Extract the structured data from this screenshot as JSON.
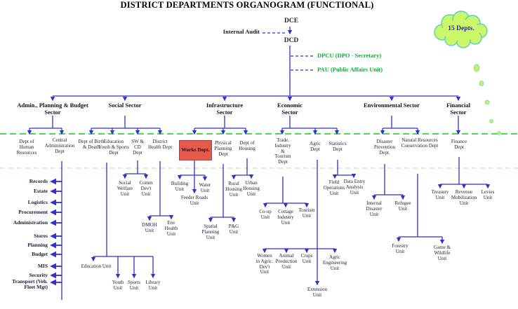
{
  "title": "DISTRICT DEPARTMENTS ORGANOGRAM (FUNCTIONAL)",
  "badge": "15 Depts.",
  "top": {
    "dce": "DCE",
    "dcd": "DCD",
    "internal_audit": "Internal Audit",
    "dpcu": "DPCU (DPO - Secretary)",
    "pau": "PAU (Public Affairs Unit)"
  },
  "sectors": [
    "Admin., Planning & Budget Sector",
    "Social Sector",
    "Infrastructure Sector",
    "Economic Sector",
    "Environmental Sector",
    "Financial Sector"
  ],
  "depts": {
    "human_resources": "Dept of Human Resources",
    "central_admin": "Central Administration Dept",
    "birth_death": "Dept of Birth & Death",
    "education_youth_sports": "Education Youth & Sports Dept",
    "sw_cd": "SW & CD Dept",
    "district_health": "District Health Dept",
    "works": "Works Dept.",
    "physical_planning": "Physical Planning Dept",
    "housing": "Dept of Housing",
    "trade_industry_tourism": "Trade, Industry & Tourism Dept",
    "agric": "Agric Dept",
    "statistics": "Statistics Dept",
    "disaster_prevention": "Disaster Prevention Dept.",
    "natural_resources": "Natural Resources Conservation Dept",
    "finance": "Finance Dept"
  },
  "admin_units": [
    "Records",
    "Estate",
    "Logistics",
    "Procurement",
    "Administration",
    "Stores",
    "Planning",
    "Budget",
    "MIS",
    "Security",
    "Transport (Veh. Fleet Mgt)"
  ],
  "units": {
    "social_welfare": "Social Welfare Unit",
    "comm_dev": "Comm Dev't Unit",
    "education": "Education Unit",
    "youth": "Youth Unit",
    "sports": "Sports Unit",
    "library": "Library Unit",
    "dmoh": "DMOH Unit",
    "env_health": "Env Health Unit",
    "building": "Building Unit",
    "water": "Water Unit",
    "feeder_roads": "Feeder Roads Unit",
    "spatial_planning": "Spatial Planning Unit",
    "pg": "P&G Unit",
    "rural_housing": "Rural Housing Unit",
    "urban_housing": "Urban Housing Unit",
    "coop": "Co-op Unit",
    "cottage_industry": "Cottage Industry Unit",
    "tourism": "Tourism Unit",
    "women_agric": "Women in Agric. Dev't Unit",
    "animal_production": "Animal Production Unit",
    "crops": "Crops Unit",
    "agric_engineering": "Agric Engineering Unit",
    "extension": "Extension Unit",
    "field_operations": "Field Operations Unit",
    "data_entry": "Data Entry Analysis Unit",
    "internal_disaster": "Internal Disaster Unit",
    "refugee": "Refugee Unit",
    "forestry": "Forestry Unit",
    "game_wildlife": "Game & Wildlife Unit",
    "treasury": "Treasury Unit",
    "revenue_mobilization": "Revenue Mobilization Unit",
    "levies": "Levies Unit"
  },
  "colors": {
    "connector_blue": "#3232c8",
    "accent_green": "#00b52e",
    "works_highlight": "#e5594e",
    "cloud_fill": "#ccf768",
    "cloud_stroke": "#55d0c5"
  }
}
